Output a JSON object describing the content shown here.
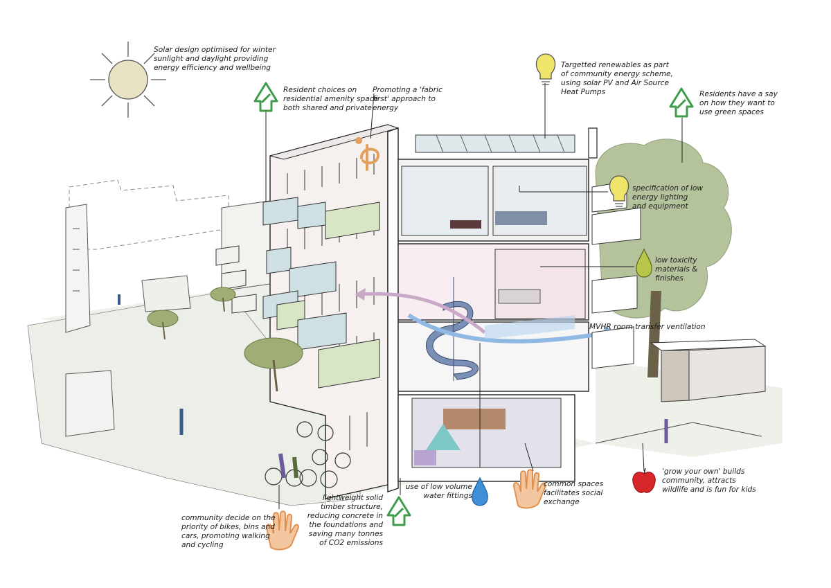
{
  "colors": {
    "ink": "#222222",
    "recycle_green": "#3f9b4a",
    "sun": "#e7e3c2",
    "bulb": "#efe56a",
    "leaf": "#b7c54a",
    "water": "#3f8fd6",
    "hand": "#e2904f",
    "apple": "#d7262a",
    "tree": "#a9b98c",
    "balcony_blue": "#cfe0e4",
    "balcony_green": "#d8e6c6",
    "floor_pink": "#f3e4ea",
    "ground": "#eef0ea",
    "stair": "#7a8fb6",
    "logo": "#e1a05c"
  },
  "icons": {
    "sun": "sun-icon",
    "recycle_tree": "recycle-tree-icon",
    "bulb": "lightbulb-icon",
    "leaf": "leaf-drop-icon",
    "water": "water-drop-icon",
    "hand": "hand-icon",
    "apple": "apple-icon"
  },
  "annotations": {
    "solar": "Solar design optimised for winter\nsunlight and daylight providing\nenergy efficiency and wellbeing",
    "amenity": "Resident choices on\nresidential amenity space\nboth shared and private",
    "fabric": "Promoting a 'fabric\nfirst' approach to\nenergy",
    "renewables": "Targetted renewables as part\nof community energy scheme,\nusing  solar PV and Air Source\nHeat Pumps",
    "green_spaces": "Residents have a say\non how they want to\nuse green spaces",
    "lighting": "specification of low\nenergy lighting\nand equipment",
    "toxicity": "low toxicity\nmaterials &\nfinishes",
    "mvhr": "MVHR room transfer ventilation",
    "grow": "'grow your own' builds\ncommunity, attracts\nwildlife and is fun for kids",
    "common": "common spaces\nfacilitates social\nexchange",
    "water": "use of low volume\nwater fittings",
    "timber": "lightweight solid\ntimber structure,\nreducing concrete in\nthe foundations and\nsaving many tonnes\nof CO2 emissions",
    "community": "community decide on the\npriority of bikes, bins and\ncars, promoting walking\nand cycling"
  }
}
